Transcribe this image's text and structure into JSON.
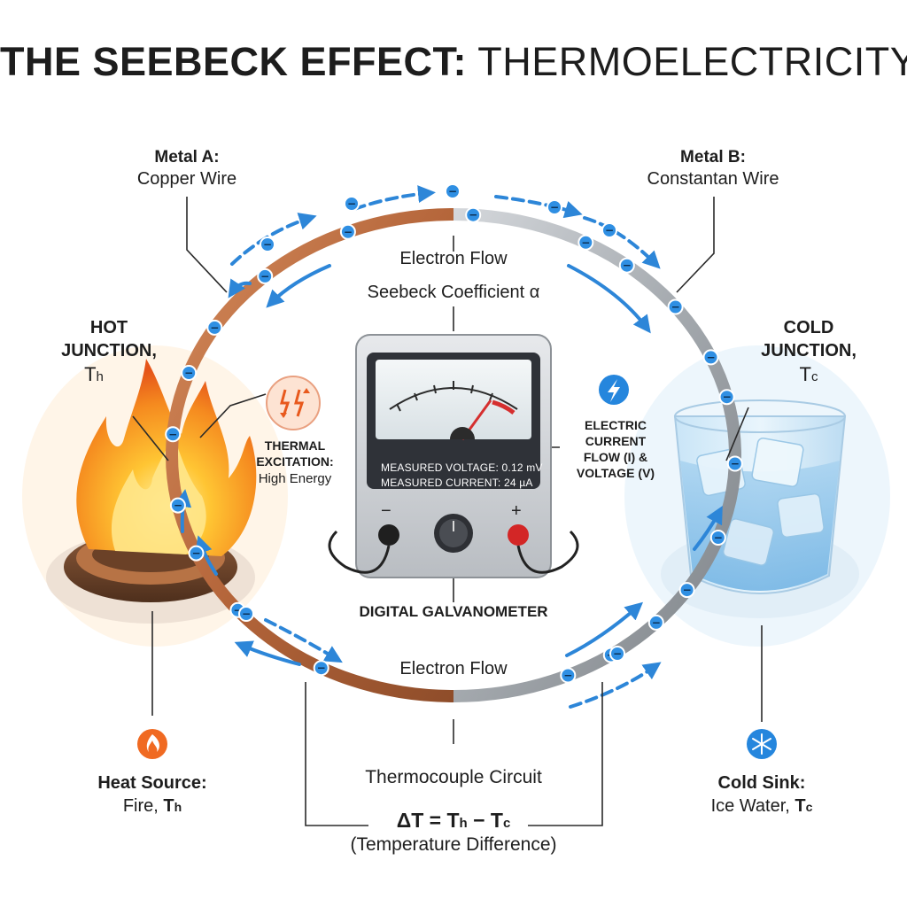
{
  "title": {
    "bold": "THE SEEBECK EFFECT:",
    "light": "THERMOELECTRICITY"
  },
  "metal_a": {
    "heading": "Metal A:",
    "name": "Copper Wire"
  },
  "metal_b": {
    "heading": "Metal B:",
    "name": "Constantan Wire"
  },
  "electron_flow_top": "Electron Flow",
  "electron_flow_bottom": "Electron Flow",
  "seebeck_coefficient": "Seebeck Coefficient α",
  "hot_junction": {
    "line1": "HOT",
    "line2": "JUNCTION,",
    "symbol": "T",
    "sub": "h"
  },
  "cold_junction": {
    "line1": "COLD",
    "line2": "JUNCTION,",
    "symbol": "T",
    "sub": "c"
  },
  "thermal": {
    "line1": "THERMAL",
    "line2": "EXCITATION:",
    "line3": "High Energy"
  },
  "electric": {
    "line1": "ELECTRIC",
    "line2": "CURRENT",
    "line3": "FLOW (I) &",
    "line4": "VOLTAGE (V)"
  },
  "meter": {
    "voltage_label": "MEASURED VOLTAGE:",
    "voltage_value": "0.12 mV",
    "current_label": "MEASURED CURRENT:",
    "current_value": "24 µA",
    "minus": "−",
    "plus": "+",
    "name": "DIGITAL GALVANOMETER"
  },
  "thermocouple_circuit": "Thermocouple Circuit",
  "heat_source": {
    "heading": "Heat Source:",
    "prefix": "Fire,",
    "symbol": "T",
    "sub": "h"
  },
  "cold_sink": {
    "heading": "Cold Sink:",
    "prefix": "Ice Water,",
    "symbol": "T",
    "sub": "c"
  },
  "delta_t": {
    "formula": "ΔT = T",
    "sub_h": "h",
    "minus": " − T",
    "sub_c": "c",
    "caption": "(Temperature Difference)"
  },
  "electron_glyph": "−",
  "icons": [
    "flame-icon",
    "snowflake-icon",
    "lightning-icon",
    "heat-arrows-icon"
  ],
  "colors": {
    "copper": "#b8673a",
    "constantan": "#a8adb3",
    "arrow": "#2d86d8",
    "electron": "#2f8fe3",
    "fire": "#f28a1c",
    "ice": "#bfe0f5"
  }
}
